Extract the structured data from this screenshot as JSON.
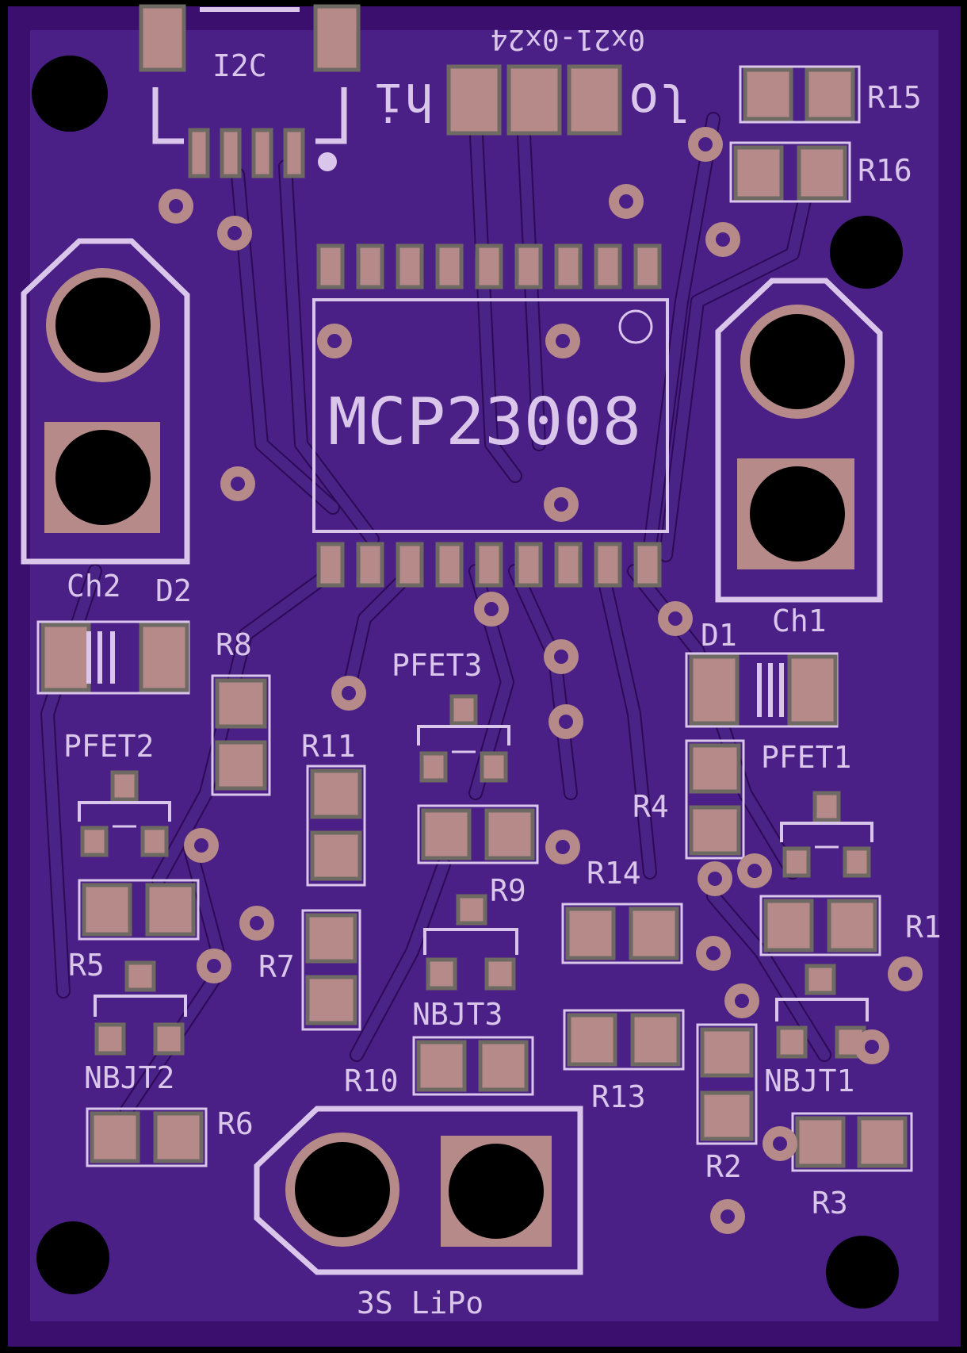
{
  "board": {
    "colors": {
      "outline": "#000000",
      "substrate": "#3a0f6e",
      "pour": "#4a1f86",
      "silk": "#d9c6ea",
      "pad": "#b58a89",
      "pad_edge": "#6e6a63",
      "hole": "#000000"
    },
    "labels": {
      "ic": "MCP23008",
      "i2c": "I2C",
      "addr_top": "0x21-0x24",
      "hi": "hi",
      "lo": "lo",
      "ch1": "Ch1",
      "ch2": "Ch2",
      "d1": "D1",
      "d2": "D2",
      "pfet1": "PFET1",
      "pfet2": "PFET2",
      "pfet3": "PFET3",
      "nbjt1": "NBJT1",
      "nbjt2": "NBJT2",
      "nbjt3": "NBJT3",
      "r1": "R1",
      "r2": "R2",
      "r3": "R3",
      "r4": "R4",
      "r5": "R5",
      "r6": "R6",
      "r7": "R7",
      "r8": "R8",
      "r9": "R9",
      "r10": "R10",
      "r11": "R11",
      "r13": "R13",
      "r14": "R14",
      "r15": "R15",
      "r16": "R16",
      "battery": "3S LiPo"
    }
  }
}
